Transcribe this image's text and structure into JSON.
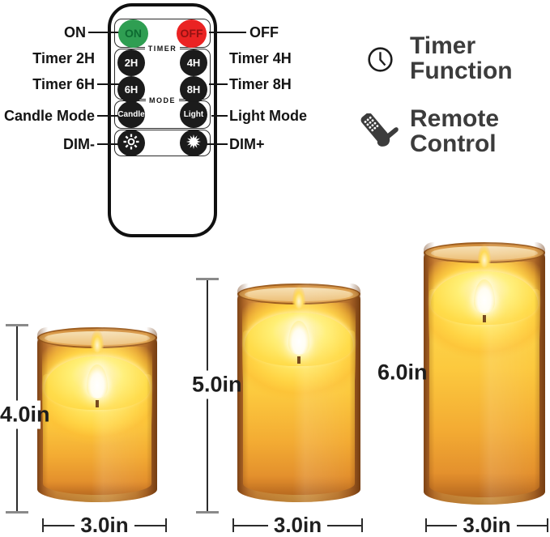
{
  "remote_diagram": {
    "group_labels": {
      "timer": "TIMER",
      "mode": "MODE"
    },
    "buttons": {
      "on": "ON",
      "off": "OFF",
      "timer_2h": "2H",
      "timer_4h": "4H",
      "timer_6h": "6H",
      "timer_8h": "8H",
      "candle_mode": "Candle",
      "light_mode": "Light"
    },
    "callouts": {
      "on": "ON",
      "off": "OFF",
      "timer_2h": "Timer 2H",
      "timer_4h": "Timer 4H",
      "timer_6h": "Timer 6H",
      "timer_8h": "Timer 8H",
      "candle_mode": "Candle Mode",
      "light_mode": "Light Mode",
      "dim_minus": "DIM-",
      "dim_plus": "DIM+"
    }
  },
  "features": {
    "timer": {
      "line1": "Timer",
      "line2": "Function"
    },
    "remote": {
      "line1": "Remote",
      "line2": "Control"
    }
  },
  "candles": [
    {
      "height_label": "4.0in",
      "width_label": "3.0in"
    },
    {
      "height_label": "5.0in",
      "width_label": "3.0in"
    },
    {
      "height_label": "6.0in",
      "width_label": "3.0in"
    }
  ],
  "colors": {
    "on_green": "#2f9e52",
    "off_red": "#ea2323",
    "button_black": "#1b1b1b",
    "label_text": "#141414",
    "feature_text": "#3c3c3c",
    "glass_amber": "#d8943e",
    "glow_yellow": "#ffd843"
  }
}
